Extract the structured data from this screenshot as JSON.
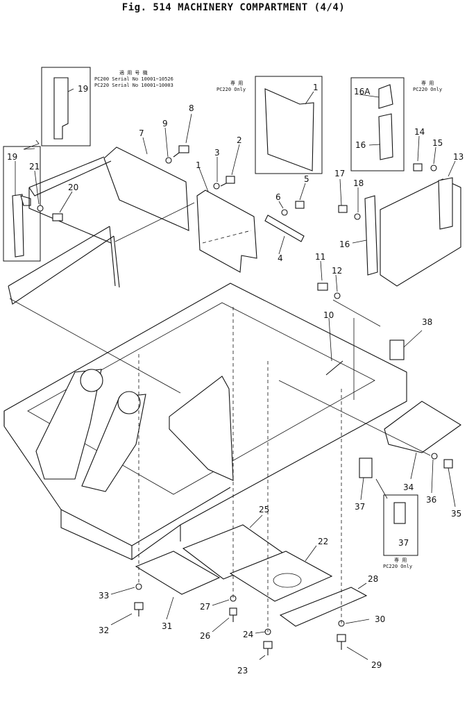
{
  "figure": {
    "title": "Fig. 514   MACHINERY COMPARTMENT (4/4)"
  },
  "notes": {
    "serial_label": "適 用 号 機",
    "serial_pc200": "PC200 Serial No 10001~10526",
    "serial_pc220": "PC220 Serial No 10001~10003",
    "only_label": "専 用",
    "pc220_only": "PC220 Only"
  },
  "callouts": [
    "1",
    "2",
    "3",
    "4",
    "5",
    "6",
    "7",
    "8",
    "9",
    "10",
    "11",
    "12",
    "13",
    "14",
    "15",
    "16",
    "16A",
    "17",
    "18",
    "19",
    "20",
    "21",
    "22",
    "23",
    "24",
    "25",
    "26",
    "27",
    "28",
    "29",
    "30",
    "31",
    "32",
    "33",
    "34",
    "35",
    "36",
    "37",
    "38"
  ],
  "colors": {
    "ink": "#111111",
    "paper": "#ffffff"
  }
}
